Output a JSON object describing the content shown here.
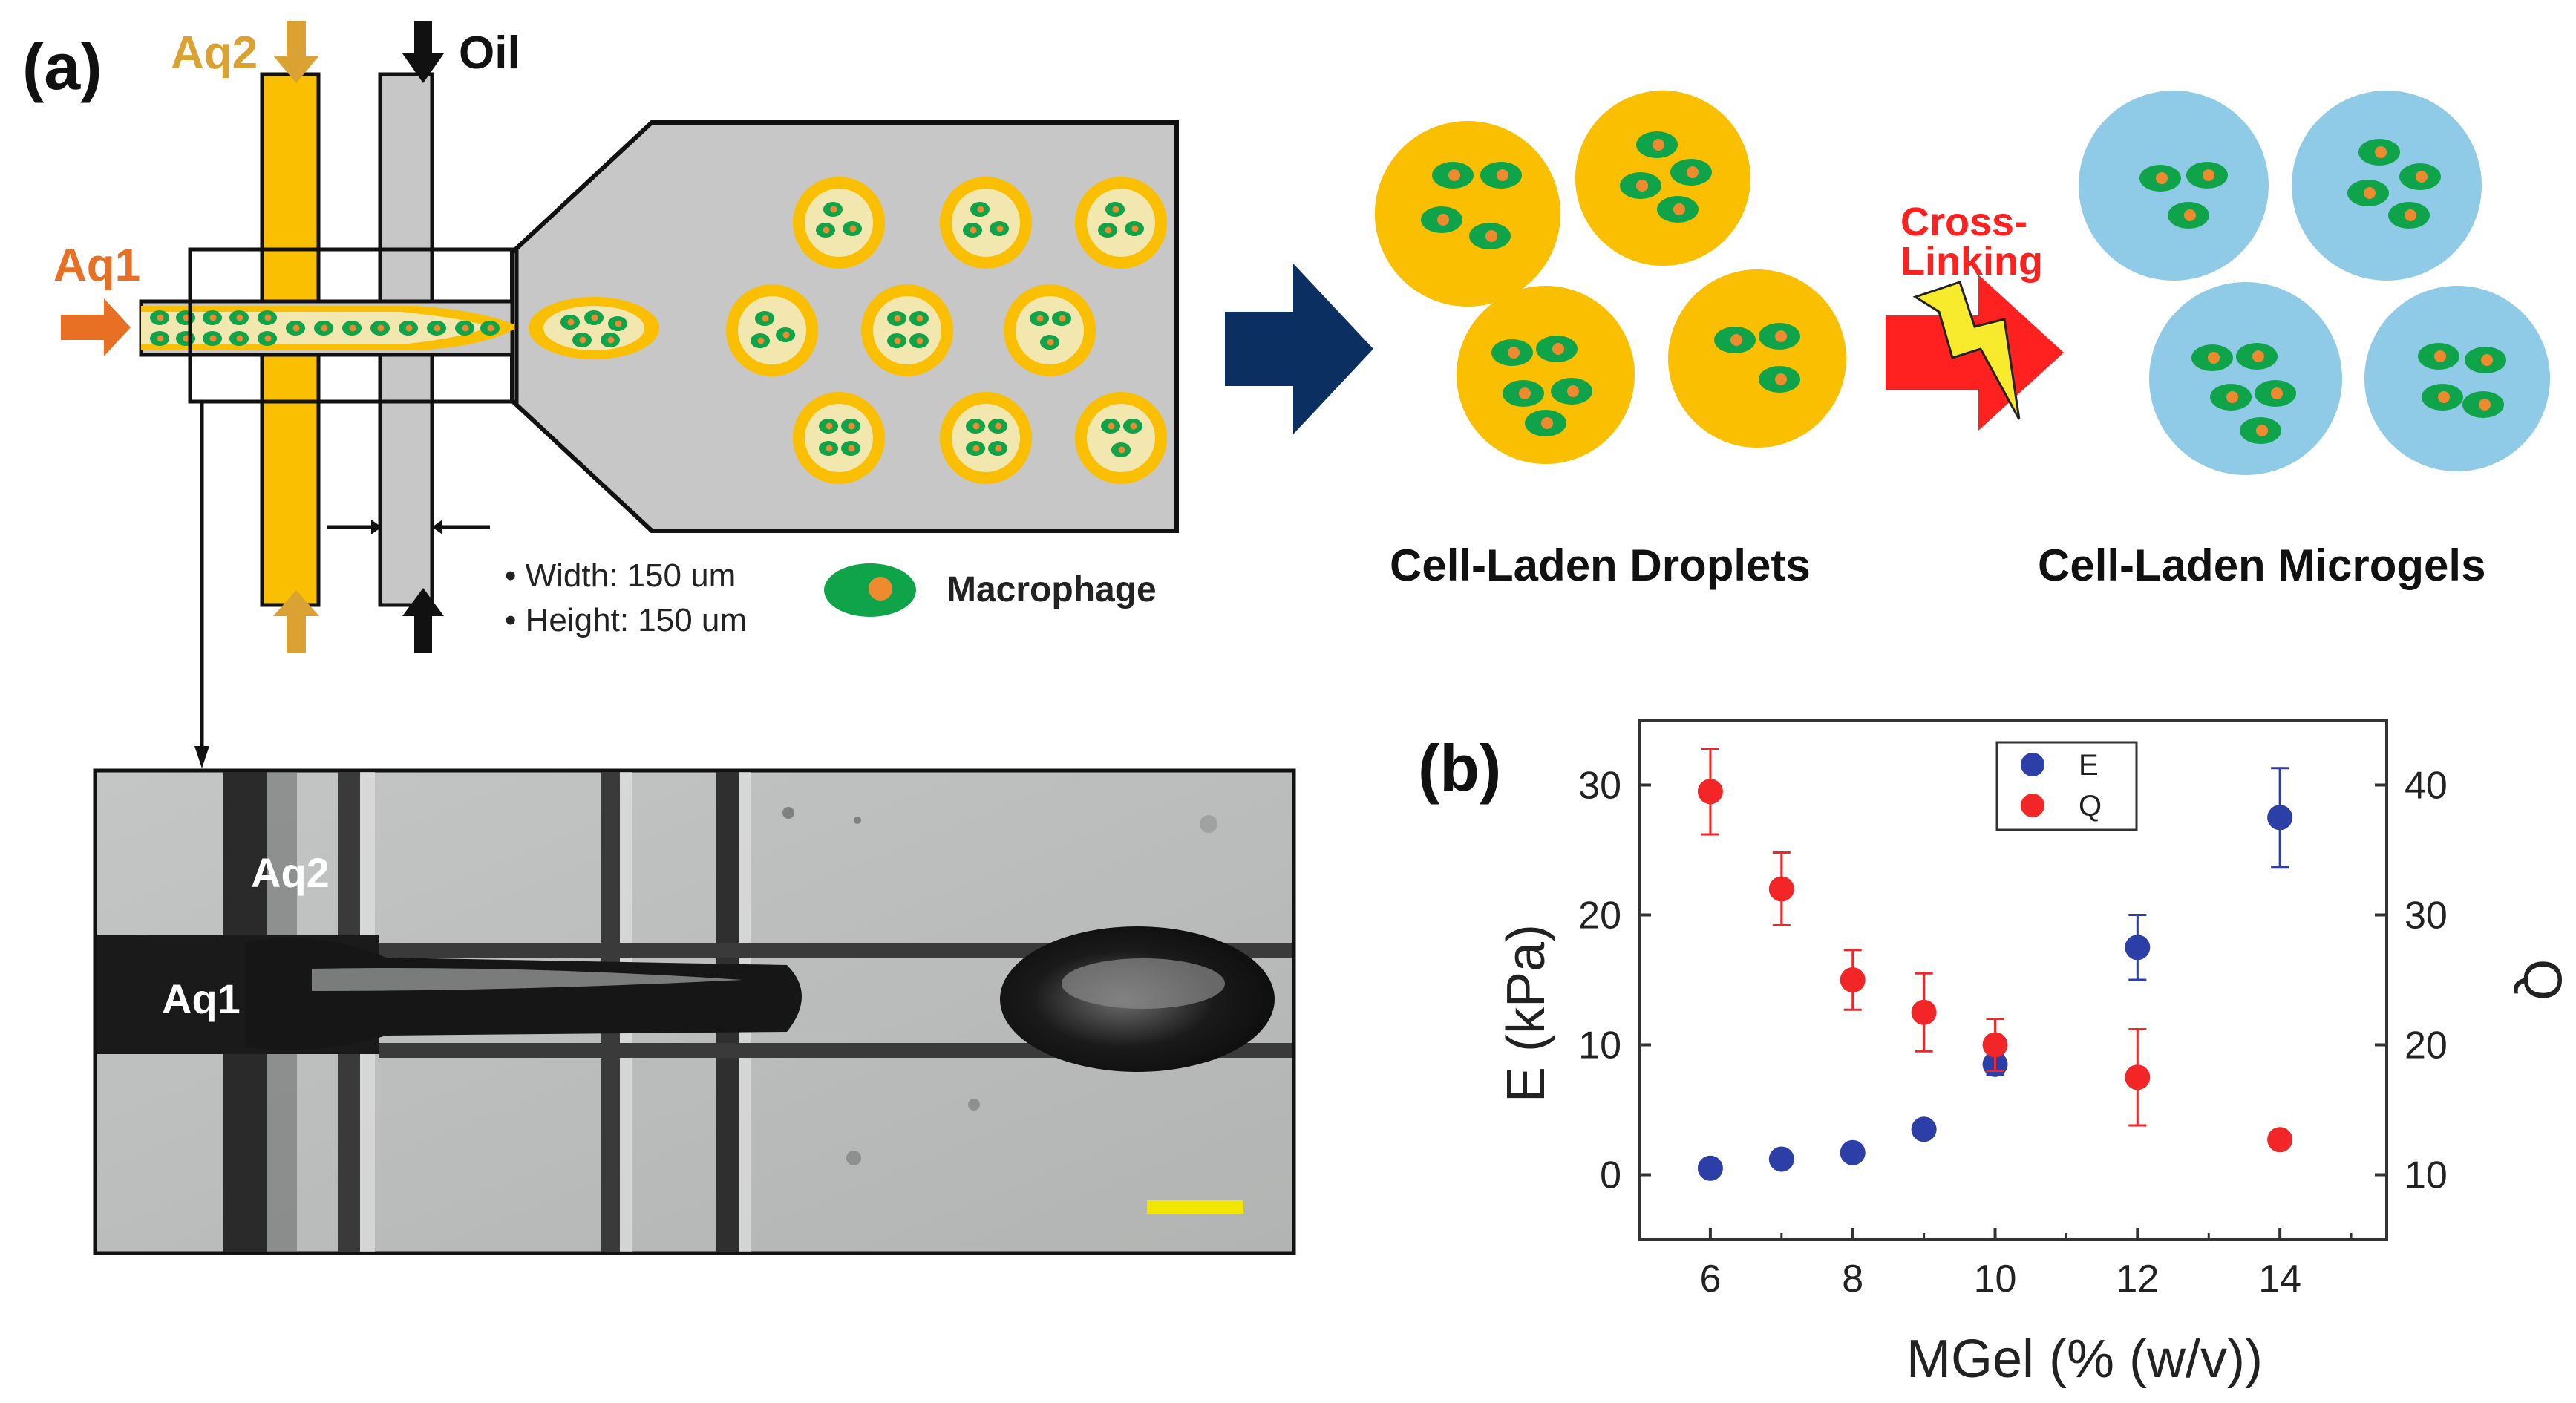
{
  "panel_a": {
    "label": "(a)",
    "inlets": {
      "aq1": "Aq1",
      "aq2": "Aq2",
      "oil": "Oil"
    },
    "dims": {
      "width": "• Width: 150 um",
      "height": "• Height: 150 um"
    },
    "legend_macrophage": "Macrophage",
    "crosslink_label_1": "Cross-",
    "crosslink_label_2": "Linking",
    "droplets_label": "Cell-Laden Droplets",
    "microgels_label": "Cell-Laden Microgels",
    "micrograph": {
      "aq2": "Aq2",
      "aq1": "Aq1"
    }
  },
  "panel_b": {
    "label": "(b)"
  },
  "colors": {
    "aq1_orange": "#e87024",
    "aq2_gold": "#d9a233",
    "channel_yellow": "#f9bf00",
    "oil_gray": "#c7c7c7",
    "cell_green": "#0fa34a",
    "nucleus_orange": "#f08a2e",
    "arrow_navy": "#0a2f60",
    "crosslink_red": "#ff2020",
    "microgel_blue": "#8fcbe6",
    "series_E": "#2b3fa6",
    "series_Q": "#f22626",
    "scale_bar": "#f1e600"
  },
  "chart_data": {
    "type": "scatter",
    "xlabel": "MGel (% (w/v))",
    "ylabel": "E (kPa)",
    "y2label": "Q",
    "xlim": [
      5,
      15.5
    ],
    "ylim": [
      -5,
      35
    ],
    "y2lim": [
      5,
      45
    ],
    "xticks": [
      "6",
      "8",
      "10",
      "12",
      "14"
    ],
    "yticks": [
      "0",
      "10",
      "20",
      "30"
    ],
    "y2ticks": [
      "10",
      "20",
      "30",
      "40"
    ],
    "legend_position": "top-center",
    "series": [
      {
        "name": "E",
        "axis": "left",
        "x": [
          6,
          7,
          8,
          9,
          10,
          12,
          14
        ],
        "y": [
          0.5,
          1.2,
          1.7,
          3.5,
          8.5,
          17.5,
          27.5
        ],
        "err": [
          0.2,
          0.3,
          0.4,
          0.5,
          0.8,
          2.5,
          3.8
        ]
      },
      {
        "name": "Q",
        "axis": "right",
        "x": [
          6,
          7,
          8,
          9,
          10,
          12,
          14
        ],
        "y": [
          39.5,
          32,
          25,
          22.5,
          20,
          17.5,
          12.7
        ],
        "err": [
          3.3,
          2.8,
          2.3,
          3.0,
          2.0,
          3.7,
          0.5
        ]
      }
    ]
  }
}
